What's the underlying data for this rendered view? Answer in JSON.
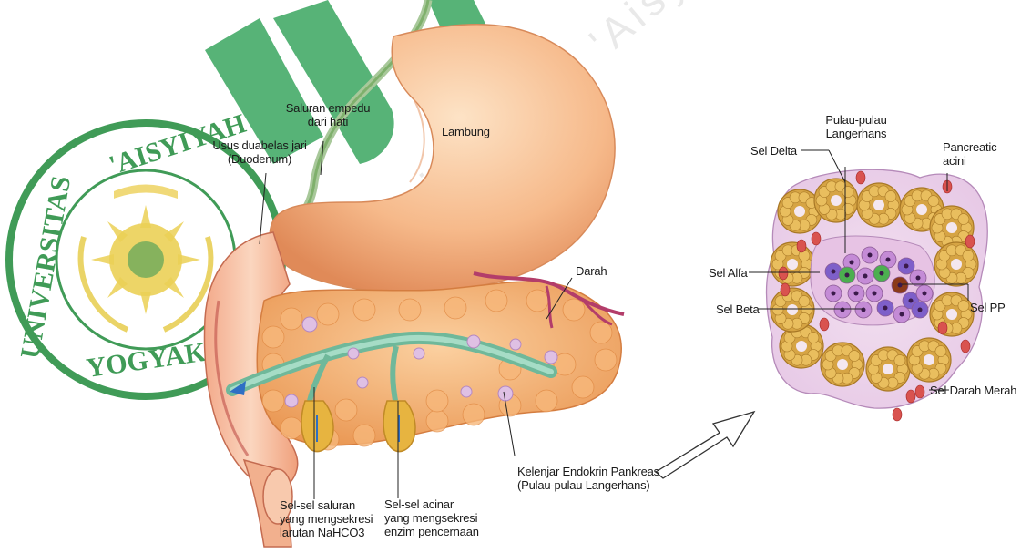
{
  "left_labels": {
    "duodenum": [
      "Usus duabelas jari",
      "(Duodenum)"
    ],
    "bile_duct": [
      "Saluran empedu",
      "dari hati"
    ],
    "stomach": "Lambung",
    "blood": "Darah",
    "duct_cells": [
      "Sel-sel saluran",
      "yang mengsekresi",
      "larutan NaHCO3"
    ],
    "acinar_cells": [
      "Sel-sel acinar",
      "yang mengsekresi",
      "enzim pencernaan"
    ],
    "endocrine": [
      "Kelenjar Endokrin Pankreas",
      "(Pulau-pulau Langerhans)"
    ]
  },
  "right_labels": {
    "islets": [
      "Pulau-pulau",
      "Langerhans"
    ],
    "delta": "Sel Delta",
    "acini": [
      "Pancreatic",
      "acini"
    ],
    "alpha": "Sel Alfa",
    "beta": "Sel Beta",
    "pp": "Sel PP",
    "rbc": "Sel Darah Merah"
  },
  "watermark": {
    "seal_top": "'AISYIYAH",
    "seal_left": "UNIVERSITAS",
    "seal_bottom": "YOGYAKARTA",
    "diagonal": "Universitas 'Aisyiyah"
  },
  "colors": {
    "stomach": "#f6b98a",
    "pancreas": "#f2a864",
    "duct": "#7fc3a8",
    "acinus": "#d4a23c",
    "islet": "#d7a8d8",
    "blood": "#c0392b",
    "seal": "#1f8a3a",
    "sealGold": "#e8c838"
  }
}
